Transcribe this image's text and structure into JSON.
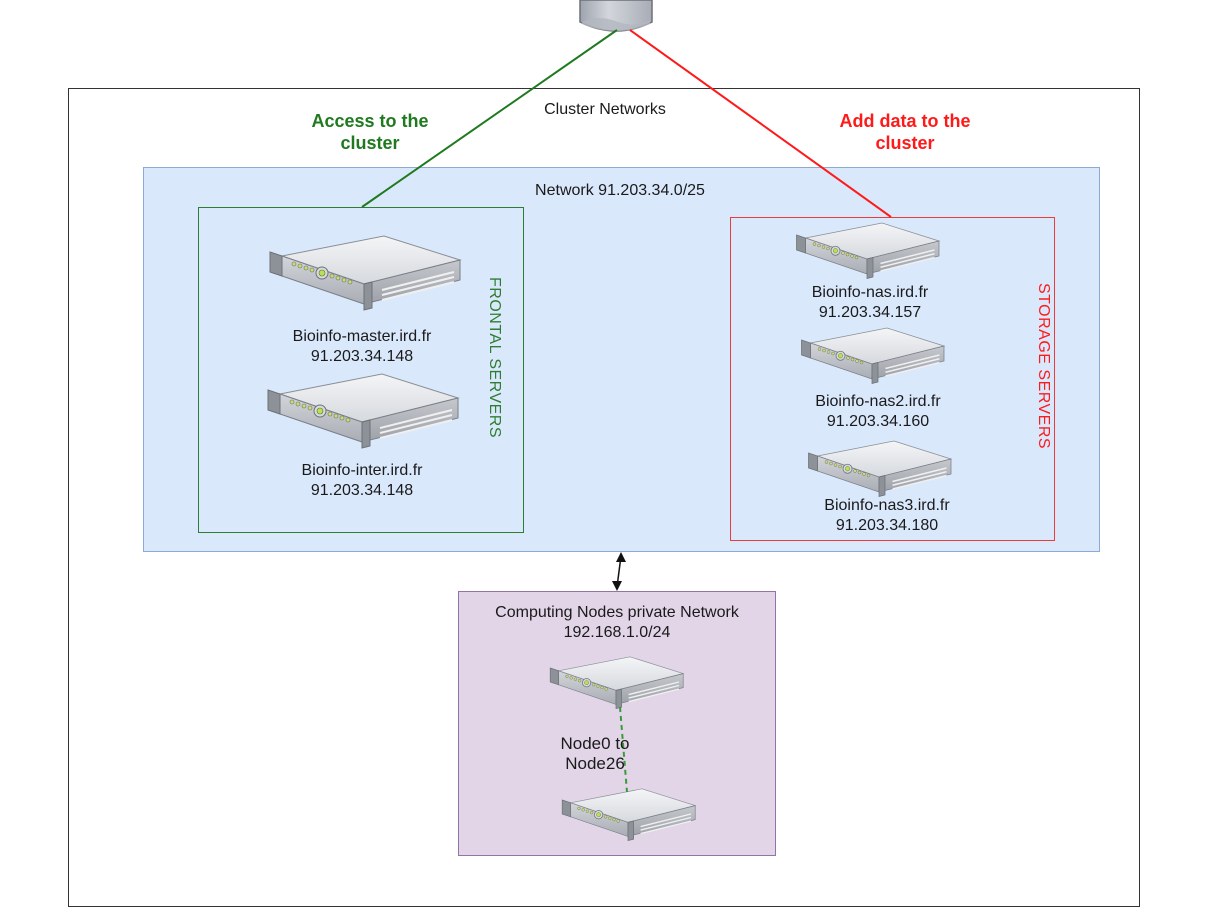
{
  "diagram": {
    "title": "Cluster Networks",
    "links": {
      "access": {
        "label": "Access to the cluster",
        "line1": "Access to the",
        "line2": "cluster",
        "color": "#1f7a1f"
      },
      "add_data": {
        "label": "Add data to the cluster",
        "line1": "Add data to the",
        "line2": "cluster",
        "color": "#ff1a1a"
      }
    },
    "public_network": {
      "label": "Network 91.203.34.0/25",
      "frontal": {
        "group_label": "FRONTAL SERVERS",
        "servers": [
          {
            "name": "Bioinfo-master.ird.fr",
            "ip": "91.203.34.148"
          },
          {
            "name": "Bioinfo-inter.ird.fr",
            "ip": "91.203.34.148"
          }
        ]
      },
      "storage": {
        "group_label": "STORAGE SERVERS",
        "servers": [
          {
            "name": "Bioinfo-nas.ird.fr",
            "ip": "91.203.34.157"
          },
          {
            "name": "Bioinfo-nas2.ird.fr",
            "ip": "91.203.34.160"
          },
          {
            "name": "Bioinfo-nas3.ird.fr",
            "ip": "91.203.34.180"
          }
        ]
      }
    },
    "private_network": {
      "line1": "Computing Nodes private Network",
      "line2": "192.168.1.0/24",
      "nodes_label_line1": "Node0 to",
      "nodes_label_line2": "Node26"
    },
    "colors": {
      "public_fill": "#dae8fc",
      "private_fill": "#e1d5e7",
      "frontal": "#2e7d32",
      "storage": "#ec3b3b"
    }
  }
}
